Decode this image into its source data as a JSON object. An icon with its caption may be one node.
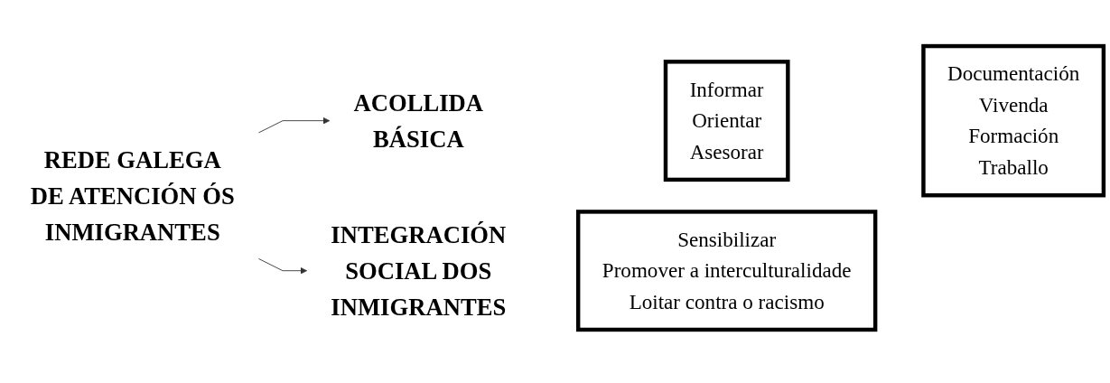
{
  "diagram": {
    "nodes": [
      {
        "text": [
          "REDE GALEGA DE ATENCIÓN ÓS INMIGRANTES"
        ]
      },
      {
        "text": [
          "ACOLLIDA BÁSICA"
        ]
      },
      {
        "text": [
          "Informar Orientar Asesorar"
        ]
      },
      {
        "text": [
          "Documentación Vivenda Formación Traballo"
        ]
      },
      {
        "text": [
          "INTEGRACIÓN SOCIAL DOS INMIGRANTES"
        ]
      },
      {
        "text": [
          "Sensibilizar Promover a interculturalidade Loitar contra o racismo"
        ]
      }
    ],
    "edges": [
      {
        "from": 0,
        "to": 1,
        "arrow": "to"
      },
      {
        "from": 0,
        "to": 4,
        "arrow": "to"
      }
    ]
  }
}
